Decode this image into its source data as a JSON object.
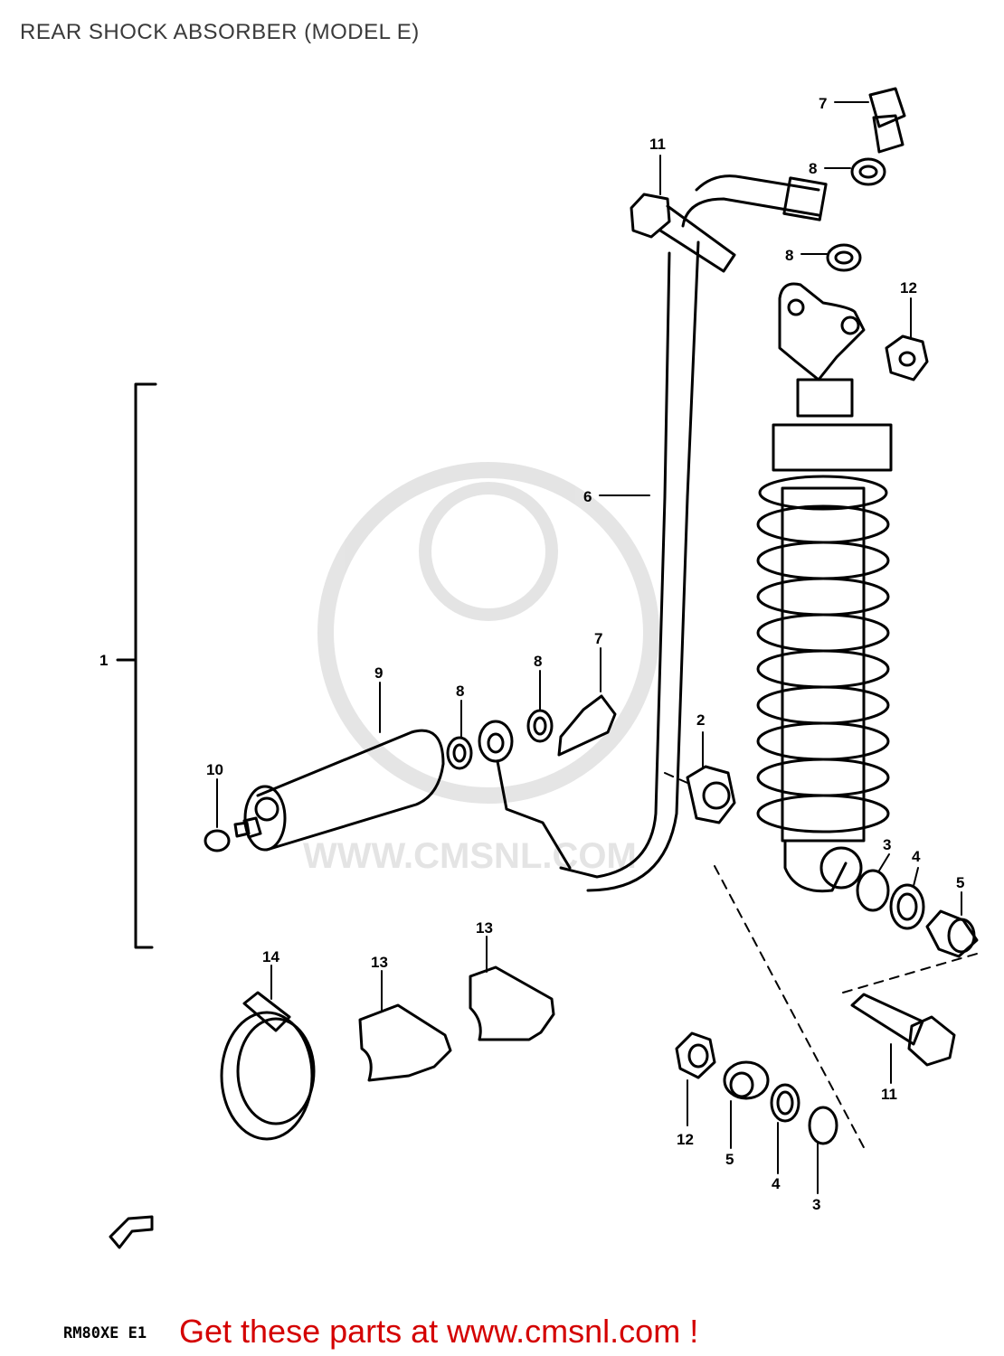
{
  "title": "REAR SHOCK ABSORBER (MODEL E)",
  "model_code": "RM80XE E1",
  "call_to_action": "Get these parts at www.cmsnl.com !",
  "watermark": {
    "text": "WWW.CMSNL.COM"
  },
  "callouts": {
    "c1": "1",
    "c2": "2",
    "c3a": "3",
    "c3b": "3",
    "c4a": "4",
    "c4b": "4",
    "c5a": "5",
    "c5b": "5",
    "c6": "6",
    "c7a": "7",
    "c7b": "7",
    "c8a": "8",
    "c8b": "8",
    "c8c": "8",
    "c8d": "8",
    "c9": "9",
    "c10": "10",
    "c11a": "11",
    "c11b": "11",
    "c12a": "12",
    "c12b": "12",
    "c13a": "13",
    "c13b": "13",
    "c14": "14"
  },
  "colors": {
    "ink": "#000000",
    "watermark": "#e2e2e2",
    "cta": "#d40000"
  }
}
